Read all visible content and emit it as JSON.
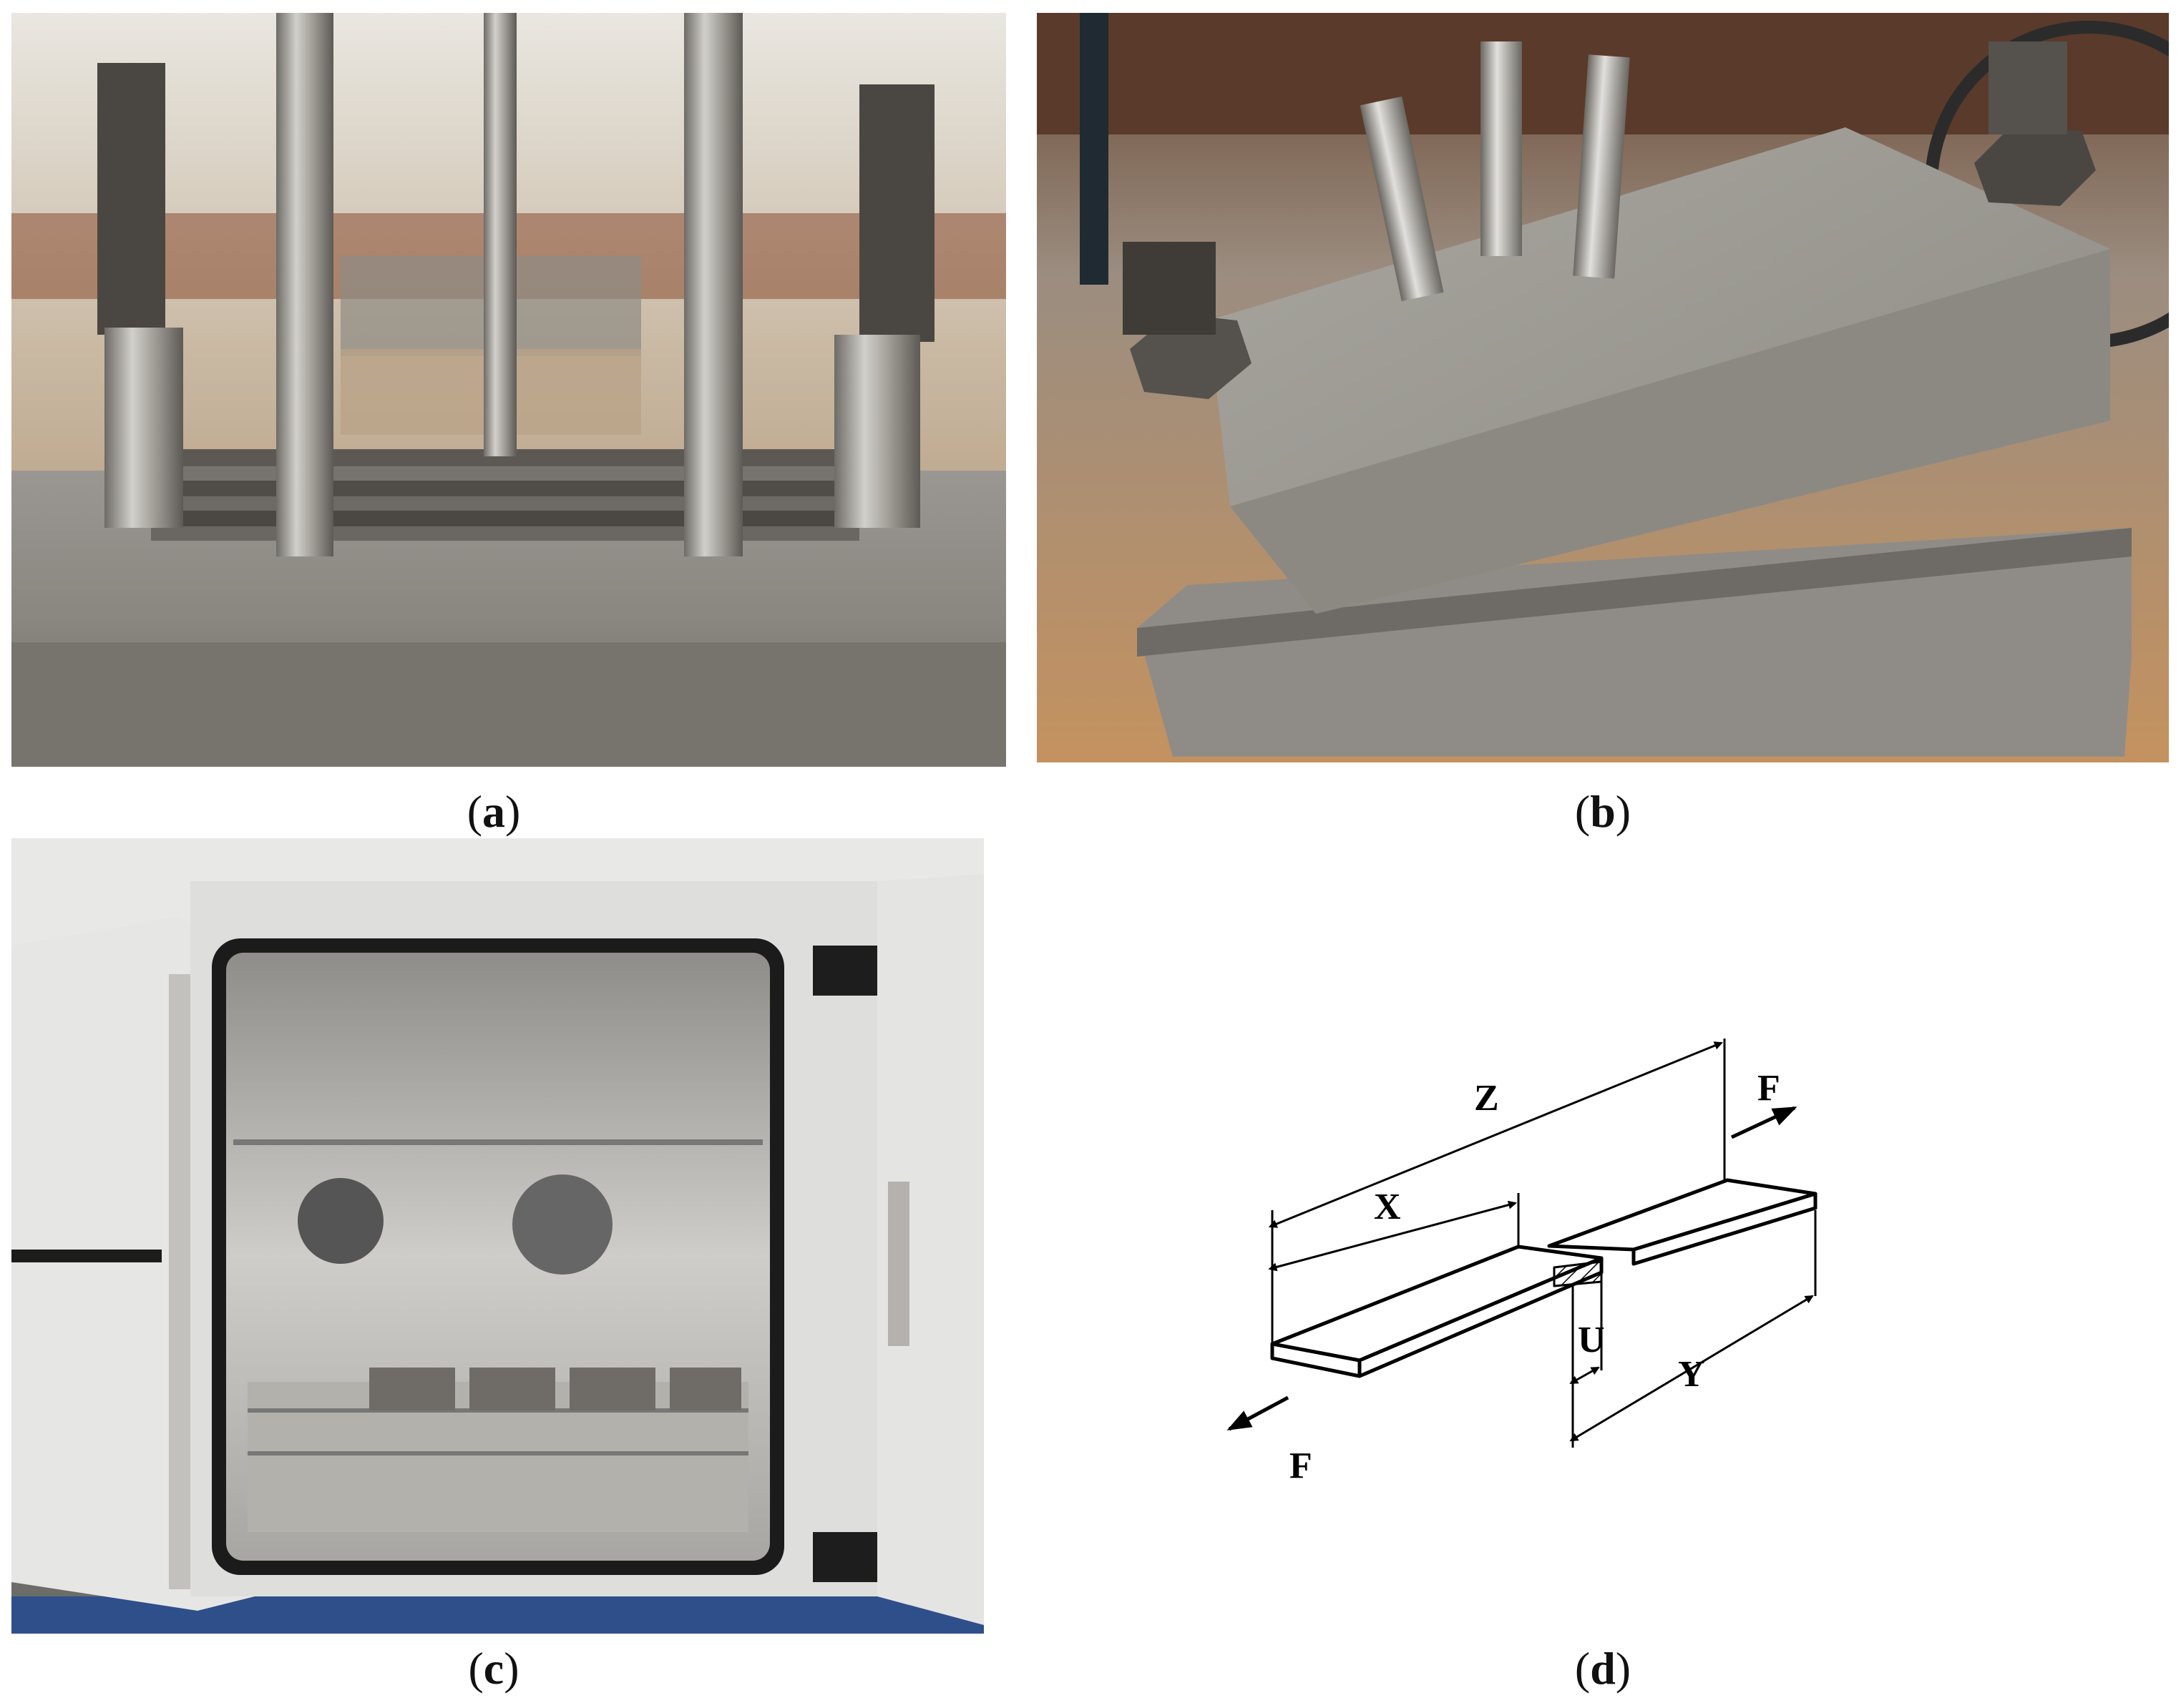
{
  "captions": {
    "a": {
      "open": "(",
      "letter": "a",
      "close": ")"
    },
    "b": {
      "open": "(",
      "letter": "b",
      "close": ")"
    },
    "c": {
      "open": "(",
      "letter": "c",
      "close": ")"
    },
    "d": {
      "open": "(",
      "letter": "d",
      "close": ")"
    }
  },
  "diagram": {
    "labels": {
      "z": "Z",
      "x": "X",
      "y": "Y",
      "u": "U",
      "f_right": "F",
      "f_left": "F"
    }
  },
  "colors": {
    "steel": "#8c8a86",
    "steel_dark": "#5e5b57",
    "wood": "#c79a6a",
    "oven_panel": "#e4e6e2",
    "oven_interior": "#b8b6b2"
  }
}
